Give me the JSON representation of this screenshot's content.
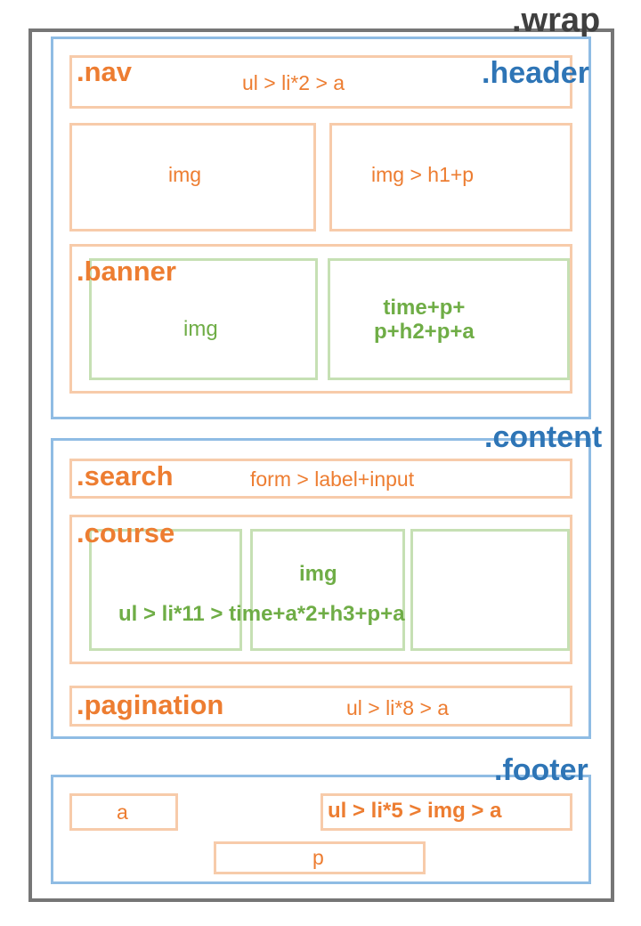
{
  "diagram": {
    "title": "Emmet wireframe layout map",
    "colors": {
      "wrap_border": "#767676",
      "section_border": "#8FBCE4",
      "block_border": "#F7CBAA",
      "element_border": "#C6E0B4",
      "orange_text": "#ED7D31",
      "green_text": "#6FAD46",
      "blue_text": "#2E75B6",
      "dark_text": "#3F3F3F"
    },
    "sections": {
      "wrap": {
        "label": ".wrap"
      },
      "header": {
        "label": ".header",
        "nav": {
          "label": ".nav",
          "abbr": "ul > li*2 > a"
        },
        "img_block": {
          "abbr": "img"
        },
        "img_h1_block": {
          "abbr": "img > h1+p"
        },
        "banner": {
          "label": ".banner",
          "img": "img",
          "meta_line_1": "time+p+",
          "meta_line_2": "p+h2+p+a"
        }
      },
      "content": {
        "label": ".content",
        "search": {
          "label": ".search",
          "abbr": "form > label+input"
        },
        "course": {
          "label": ".course",
          "img": "img",
          "abbr": "ul > li*11 > time+a*2+h3+p+a"
        },
        "pagination": {
          "label": ".pagination",
          "abbr": "ul > li*8 > a"
        }
      },
      "footer": {
        "label": ".footer",
        "link": "a",
        "social_list": "ul > li*5 > img > a",
        "paragraph": "p"
      }
    }
  }
}
